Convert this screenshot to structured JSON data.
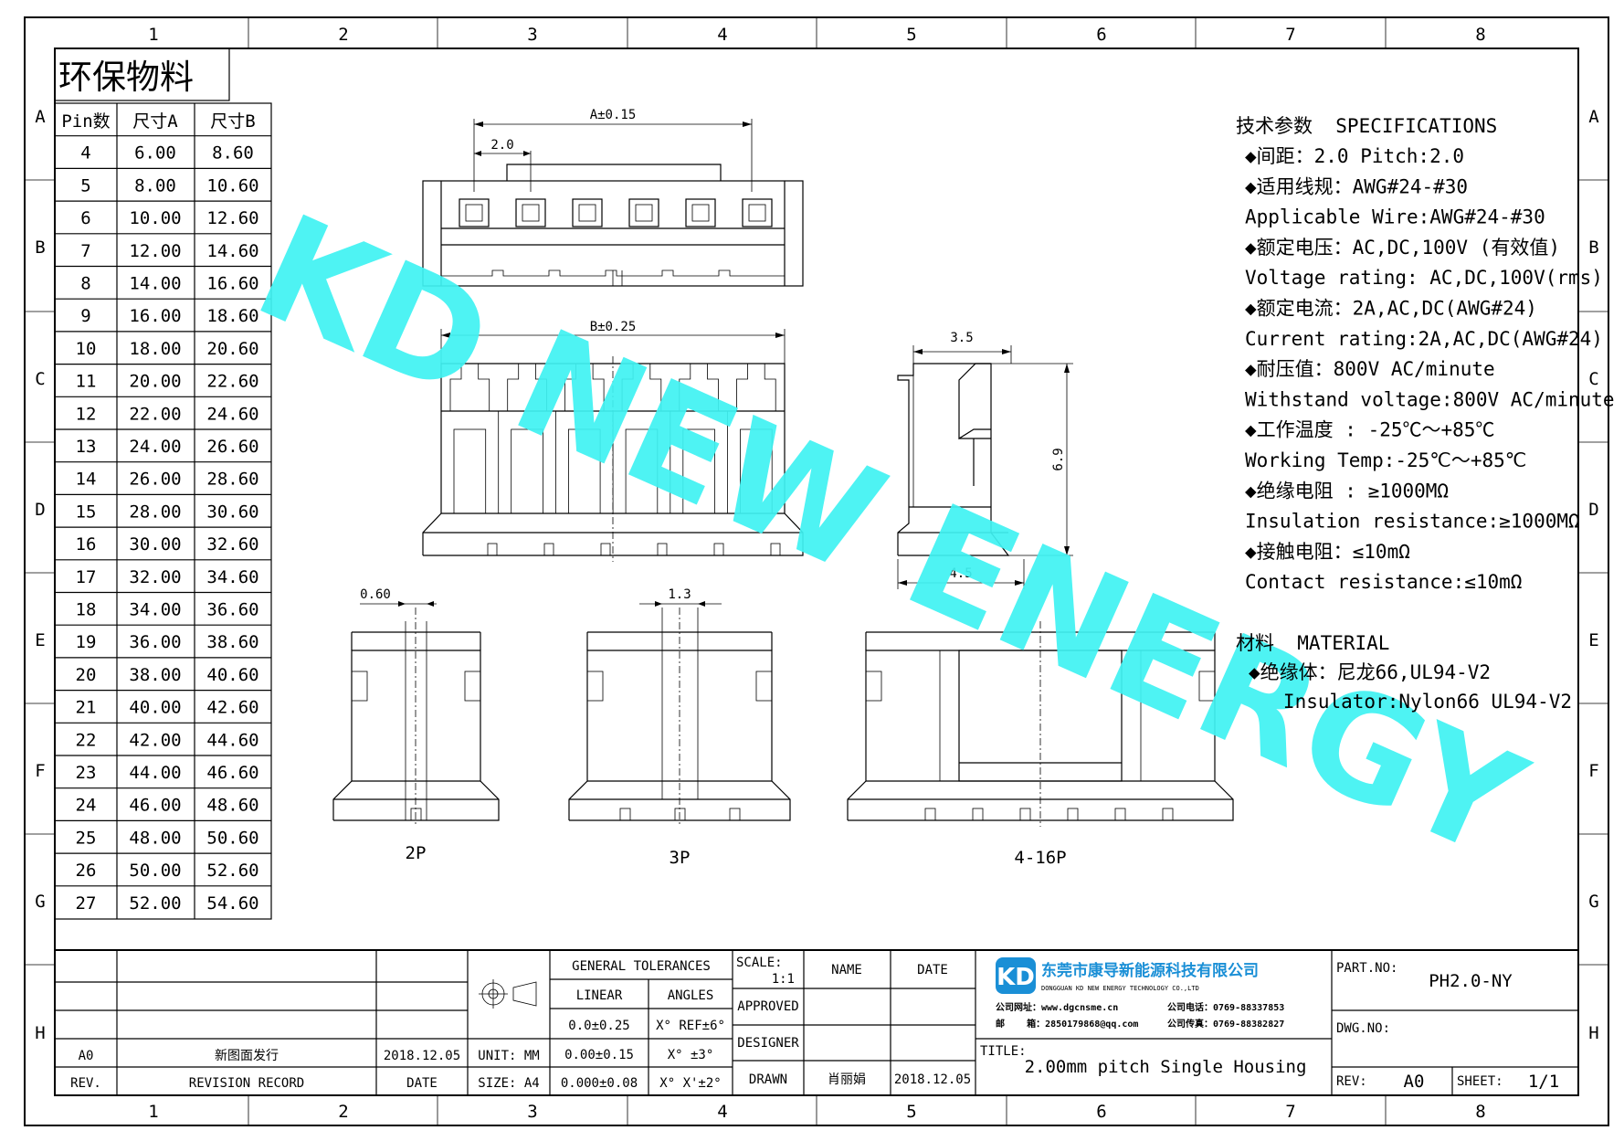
{
  "frame": {
    "columns": [
      "1",
      "2",
      "3",
      "4",
      "5",
      "6",
      "7",
      "8"
    ],
    "rows": [
      "A",
      "B",
      "C",
      "D",
      "E",
      "F",
      "G",
      "H"
    ]
  },
  "eco_label": "环保物料",
  "pin_table": {
    "headers": [
      "Pin数",
      "尺寸A",
      "尺寸B"
    ],
    "rows": [
      [
        "4",
        "6.00",
        "8.60"
      ],
      [
        "5",
        "8.00",
        "10.60"
      ],
      [
        "6",
        "10.00",
        "12.60"
      ],
      [
        "7",
        "12.00",
        "14.60"
      ],
      [
        "8",
        "14.00",
        "16.60"
      ],
      [
        "9",
        "16.00",
        "18.60"
      ],
      [
        "10",
        "18.00",
        "20.60"
      ],
      [
        "11",
        "20.00",
        "22.60"
      ],
      [
        "12",
        "22.00",
        "24.60"
      ],
      [
        "13",
        "24.00",
        "26.60"
      ],
      [
        "14",
        "26.00",
        "28.60"
      ],
      [
        "15",
        "28.00",
        "30.60"
      ],
      [
        "16",
        "30.00",
        "32.60"
      ],
      [
        "17",
        "32.00",
        "34.60"
      ],
      [
        "18",
        "34.00",
        "36.60"
      ],
      [
        "19",
        "36.00",
        "38.60"
      ],
      [
        "20",
        "38.00",
        "40.60"
      ],
      [
        "21",
        "40.00",
        "42.60"
      ],
      [
        "22",
        "42.00",
        "44.60"
      ],
      [
        "23",
        "44.00",
        "46.60"
      ],
      [
        "24",
        "46.00",
        "48.60"
      ],
      [
        "25",
        "48.00",
        "50.60"
      ],
      [
        "26",
        "50.00",
        "52.60"
      ],
      [
        "27",
        "52.00",
        "54.60"
      ]
    ]
  },
  "dimensions": {
    "a_tol": "A±0.15",
    "pitch": "2.0",
    "b_tol": "B±0.25",
    "side_width": "3.5",
    "side_height": "6.9",
    "side_base": "4.5",
    "pin_width": "0.60",
    "slot_width": "1.3"
  },
  "views": {
    "p2": "2P",
    "p3": "3P",
    "p4": "4-16P"
  },
  "watermark": "KD NEW ENERGY",
  "specs": {
    "title": "技术参数  SPECIFICATIONS",
    "lines": [
      "◆间距：2.0      Pitch:2.0",
      "◆适用线规：AWG#24-#30",
      "  Applicable Wire:AWG#24-#30",
      "◆额定电压：AC,DC,100V (有效值)",
      "  Voltage rating: AC,DC,100V(rms)",
      "◆额定电流：2A,AC,DC(AWG#24)",
      "  Current rating:2A,AC,DC(AWG#24)",
      "◆耐压值：800V AC/minute",
      "   Withstand voltage:800V AC/minute",
      "◆工作温度 : -25℃～+85℃",
      "  Working Temp:-25℃～+85℃",
      "◆绝缘电阻 : ≥1000MΩ",
      "  Insulation resistance:≥1000MΩ",
      "◆接触电阻：≤10mΩ",
      "  Contact resistance:≤10mΩ"
    ],
    "material_title": "材料  MATERIAL",
    "material_lines": [
      "◆绝缘体：尼龙66,UL94-V2",
      "   Insulator:Nylon66 UL94-V2"
    ]
  },
  "title_block": {
    "rev_value": "A0",
    "revision_record_value": "新图面发行",
    "date_value": "2018.12.05",
    "rev_label": "REV.",
    "revision_record_label": "REVISION RECORD",
    "date_label": "DATE",
    "unit": "UNIT: MM",
    "size": "SIZE: A4",
    "general_tolerances": "GENERAL TOLERANCES",
    "linear": "LINEAR",
    "angles": "ANGLES",
    "tol1": "0.0±0.25",
    "tol2": "0.00±0.15",
    "tol3": "0.000±0.08",
    "ang1": "X° REF±6°",
    "ang2": "X° ±3°",
    "ang3": "X° X'±2°",
    "scale_label": "SCALE:",
    "scale_value": "1:1",
    "name_label": "NAME",
    "date_col_label": "DATE",
    "approved": "APPROVED",
    "designer": "DESIGNER",
    "drawn": "DRAWN",
    "drawn_name": "肖丽娟",
    "drawn_date": "2018.12.05",
    "company_cn": "东莞市康导新能源科技有限公司",
    "company_en": "DONGGUAN KD NEW ENERGY TECHNOLOGY CO.,LTD",
    "website": "公司网址：www.dgcnsme.cn",
    "phone": "公司电话：0769-88337853",
    "email": "邮    箱：2850179868@qq.com",
    "fax": "公司传真：0769-88382827",
    "title_label": "TITLE:",
    "title_value": "2.00mm pitch Single Housing",
    "part_no_label": "PART.NO:",
    "part_no_value": "PH2.0-NY",
    "dwg_no_label": "DWG.NO:",
    "rev2_label": "REV:",
    "rev2_value": "A0",
    "sheet_label": "SHEET:",
    "sheet_value": "1/1"
  },
  "colors": {
    "watermark": "#3ff3f3",
    "logo": "#1a8fd6",
    "line": "#000000"
  }
}
